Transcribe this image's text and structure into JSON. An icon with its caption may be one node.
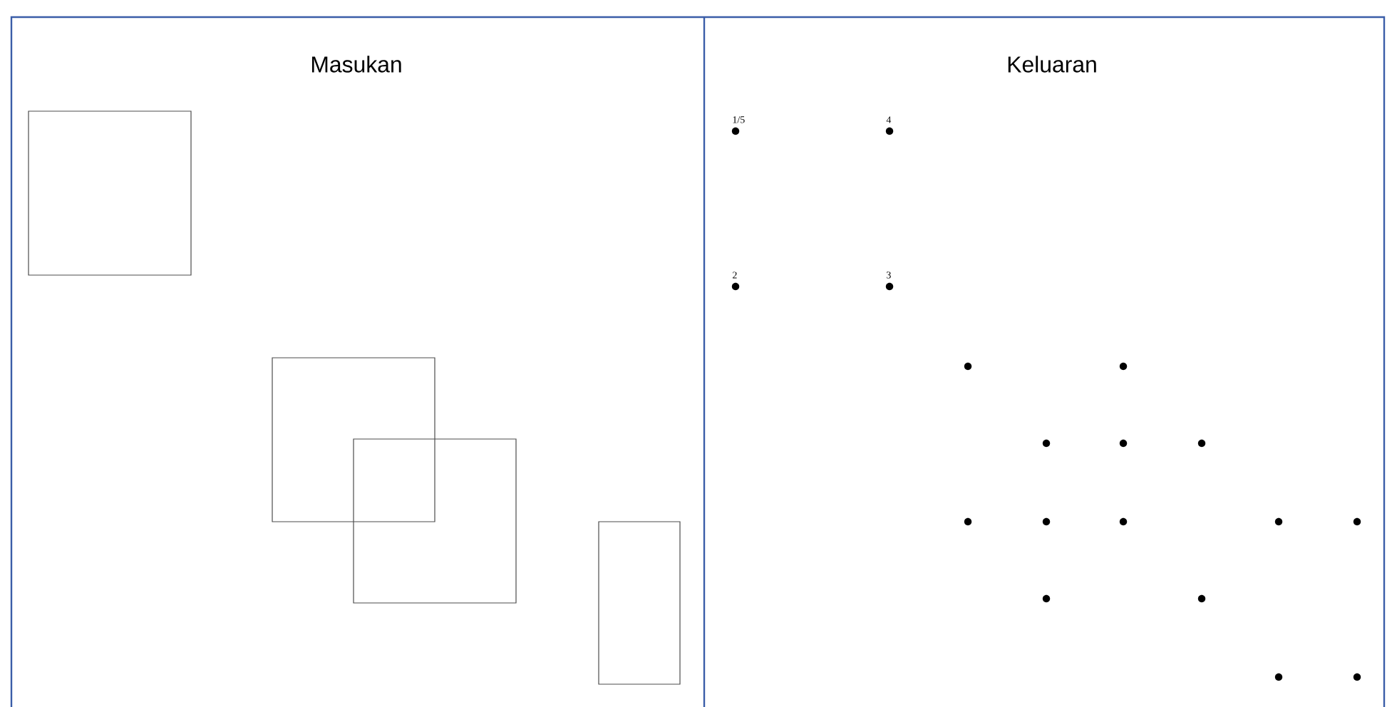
{
  "diagram": {
    "nodes": [
      {
        "text": [],
        "shape": "box"
      },
      {
        "text": [],
        "shape": "box"
      },
      {
        "text": [],
        "shape": "box"
      },
      {
        "text": [],
        "shape": "box"
      }
    ],
    "labels": [
      "Masukan",
      "Keluaran",
      "1/5",
      "4",
      "2",
      "3"
    ]
  }
}
